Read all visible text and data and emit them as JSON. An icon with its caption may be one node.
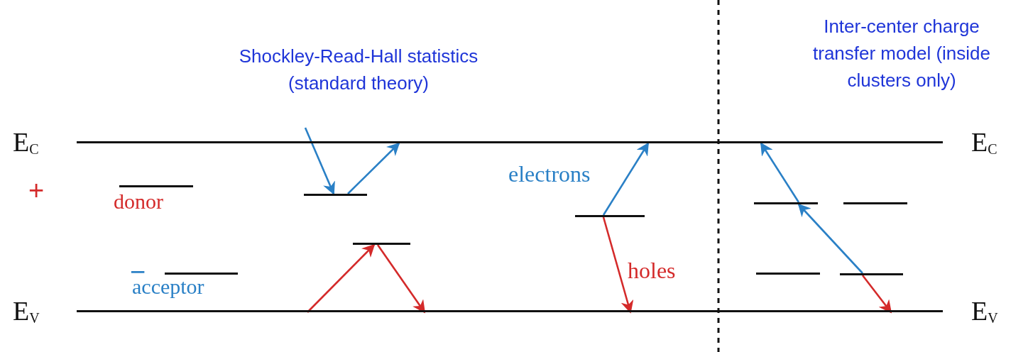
{
  "diagram": {
    "nodes": [
      {
        "text": [],
        "shape": "bar"
      },
      {
        "text": [],
        "shape": "bar"
      },
      {
        "text": [],
        "shape": "bar",
        "beside": [
          "donor"
        ]
      },
      {
        "text": [],
        "shape": "bar",
        "beside": [
          "acceptor"
        ]
      },
      {
        "text": [],
        "shape": "bar"
      },
      {
        "text": [],
        "shape": "bar"
      },
      {
        "text": [],
        "shape": "bar"
      },
      {
        "text": [],
        "shape": "bar"
      },
      {
        "text": [],
        "shape": "bar"
      },
      {
        "text": [],
        "shape": "bar"
      },
      {
        "text": [],
        "shape": "bar"
      }
    ],
    "edges": [
      {
        "from": null,
        "to": 4,
        "arrow": "to"
      },
      {
        "from": 4,
        "to": 0,
        "arrow": "to"
      },
      {
        "from": 1,
        "to": 5,
        "arrow": "to",
        "color": "#d42a2a"
      },
      {
        "from": 5,
        "to": 1,
        "arrow": "to",
        "color": "#d42a2a"
      },
      {
        "from": 6,
        "to": 0,
        "arrow": "to",
        "label": "electrons"
      },
      {
        "from": 6,
        "to": 1,
        "arrow": "to",
        "label": "holes",
        "color": "#d42a2a"
      },
      {
        "from": 10,
        "to": 7,
        "arrow": "to"
      },
      {
        "from": 7,
        "to": 0,
        "arrow": "to"
      },
      {
        "from": 10,
        "to": 1,
        "arrow": "to",
        "color": "#d42a2a"
      }
    ],
    "labels": [
      "Inter-center charge transfer model (inside clusters only)",
      "Shockley-Read-Hall statistics (standard theory)",
      "E$_{C}$",
      "E$_{C}$",
      "+",
      "−",
      "E$_{V}$",
      "E$_{V}$"
    ]
  }
}
